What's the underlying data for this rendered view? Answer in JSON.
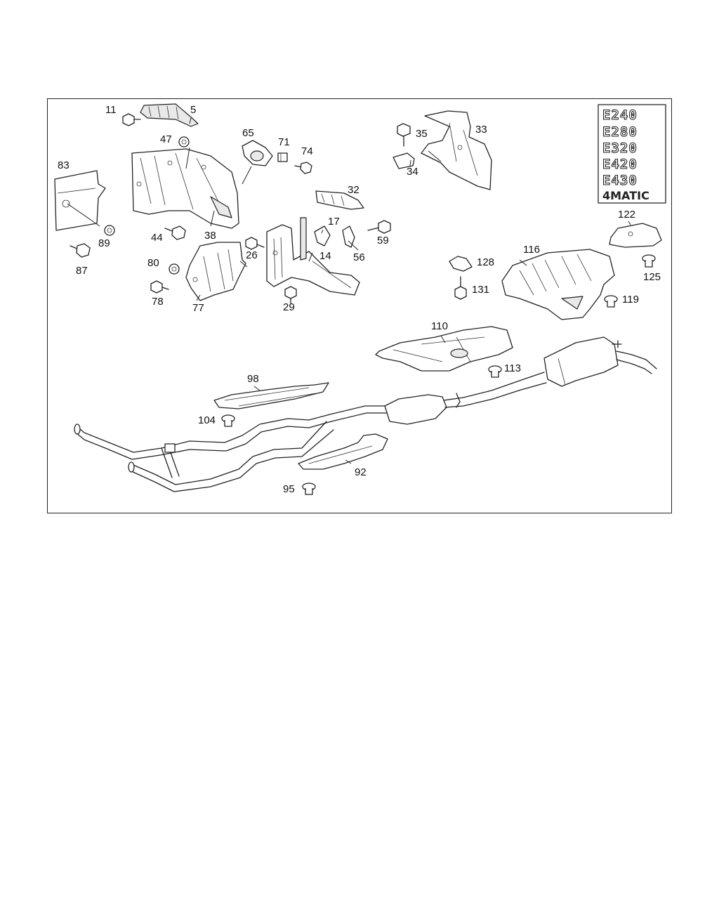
{
  "diagram": {
    "variants": [
      "E240",
      "E280",
      "E320",
      "E420",
      "E430"
    ],
    "variant_special": "4MATIC",
    "labels": [
      {
        "id": "5",
        "text": "5"
      },
      {
        "id": "11",
        "text": "11"
      },
      {
        "id": "47",
        "text": "47"
      },
      {
        "id": "65",
        "text": "65"
      },
      {
        "id": "71",
        "text": "71"
      },
      {
        "id": "74",
        "text": "74"
      },
      {
        "id": "35",
        "text": "35"
      },
      {
        "id": "33",
        "text": "33"
      },
      {
        "id": "34",
        "text": "34"
      },
      {
        "id": "83",
        "text": "83"
      },
      {
        "id": "32",
        "text": "32"
      },
      {
        "id": "17",
        "text": "17"
      },
      {
        "id": "59",
        "text": "59"
      },
      {
        "id": "89",
        "text": "89"
      },
      {
        "id": "44",
        "text": "44"
      },
      {
        "id": "38",
        "text": "38"
      },
      {
        "id": "26",
        "text": "26"
      },
      {
        "id": "56",
        "text": "56"
      },
      {
        "id": "14",
        "text": "14"
      },
      {
        "id": "87",
        "text": "87"
      },
      {
        "id": "80",
        "text": "80"
      },
      {
        "id": "78",
        "text": "78"
      },
      {
        "id": "77",
        "text": "77"
      },
      {
        "id": "29",
        "text": "29"
      },
      {
        "id": "122",
        "text": "122"
      },
      {
        "id": "116",
        "text": "116"
      },
      {
        "id": "128",
        "text": "128"
      },
      {
        "id": "125",
        "text": "125"
      },
      {
        "id": "131",
        "text": "131"
      },
      {
        "id": "119",
        "text": "119"
      },
      {
        "id": "110",
        "text": "110"
      },
      {
        "id": "113",
        "text": "113"
      },
      {
        "id": "98",
        "text": "98"
      },
      {
        "id": "104",
        "text": "104"
      },
      {
        "id": "92",
        "text": "92"
      },
      {
        "id": "95",
        "text": "95"
      }
    ]
  }
}
